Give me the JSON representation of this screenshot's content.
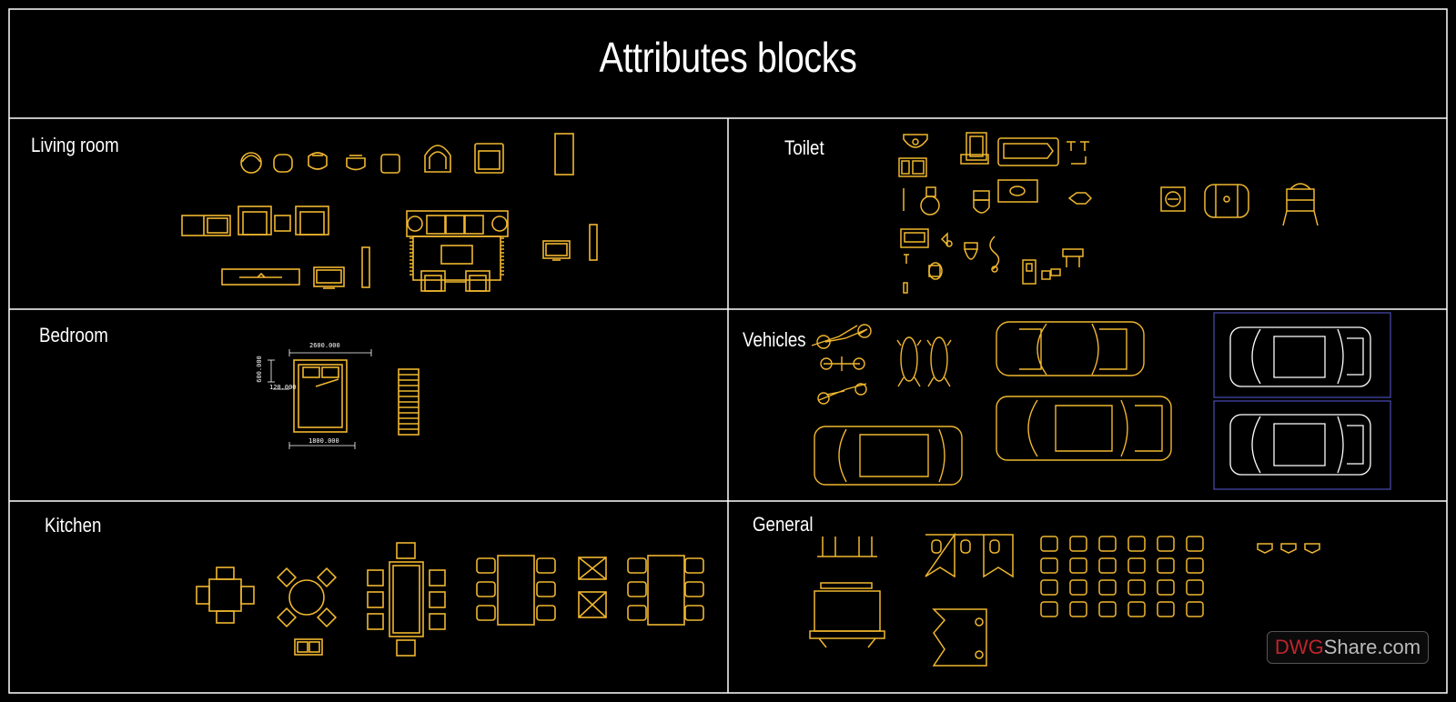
{
  "title": "Attributes blocks",
  "sections": {
    "living_room": "Living room",
    "toilet": "Toilet",
    "bedroom": "Bedroom",
    "vehicles": "Vehicles",
    "kitchen": "Kitchen",
    "general": "General"
  },
  "bedroom_dims": {
    "top": "2600.000",
    "bottom": "1800.000",
    "left_a": "600.000",
    "left_b": "120.000"
  },
  "watermark": {
    "brand_a": "DWG",
    "brand_b": "Share.com"
  },
  "colors": {
    "background": "#000000",
    "frame": "#ffffff",
    "block": "#f0b72f",
    "vehicle_white": "#ffffff",
    "vehicle_frame": "#4b4bb3"
  }
}
